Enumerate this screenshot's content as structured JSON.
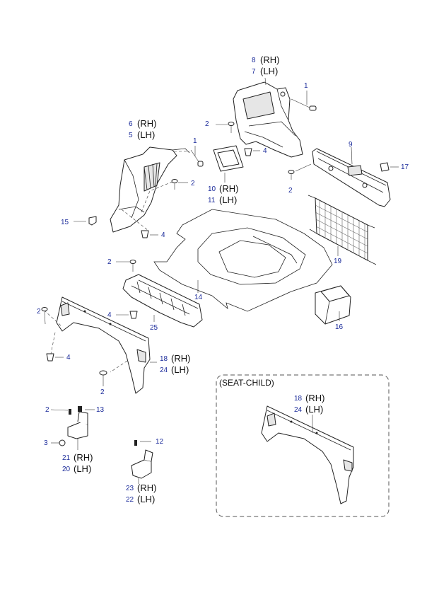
{
  "inset_title": "(SEAT-CHILD)",
  "callouts": [
    {
      "id": "c8",
      "num": "8",
      "side": "(RH)"
    },
    {
      "id": "c7",
      "num": "7",
      "side": "(LH)"
    },
    {
      "id": "c1a",
      "num": "1",
      "side": ""
    },
    {
      "id": "c6",
      "num": "6",
      "side": "(RH)"
    },
    {
      "id": "c5",
      "num": "5",
      "side": "(LH)"
    },
    {
      "id": "c2a",
      "num": "2",
      "side": ""
    },
    {
      "id": "c4a",
      "num": "4",
      "side": ""
    },
    {
      "id": "c1b",
      "num": "1",
      "side": ""
    },
    {
      "id": "c9",
      "num": "9",
      "side": ""
    },
    {
      "id": "c17",
      "num": "17",
      "side": ""
    },
    {
      "id": "c2b",
      "num": "2",
      "side": ""
    },
    {
      "id": "c2c",
      "num": "2",
      "side": ""
    },
    {
      "id": "c10",
      "num": "10",
      "side": "(RH)"
    },
    {
      "id": "c11",
      "num": "11",
      "side": "(LH)"
    },
    {
      "id": "c15",
      "num": "15",
      "side": ""
    },
    {
      "id": "c4b",
      "num": "4",
      "side": ""
    },
    {
      "id": "c19",
      "num": "19",
      "side": ""
    },
    {
      "id": "c2d",
      "num": "2",
      "side": ""
    },
    {
      "id": "c14",
      "num": "14",
      "side": ""
    },
    {
      "id": "c2e",
      "num": "2",
      "side": ""
    },
    {
      "id": "c4c",
      "num": "4",
      "side": ""
    },
    {
      "id": "c25",
      "num": "25",
      "side": ""
    },
    {
      "id": "c16",
      "num": "16",
      "side": ""
    },
    {
      "id": "c4d",
      "num": "4",
      "side": ""
    },
    {
      "id": "c18",
      "num": "18",
      "side": "(RH)"
    },
    {
      "id": "c24",
      "num": "24",
      "side": "(LH)"
    },
    {
      "id": "c2f",
      "num": "2",
      "side": ""
    },
    {
      "id": "c2g",
      "num": "2",
      "side": ""
    },
    {
      "id": "c13",
      "num": "13",
      "side": ""
    },
    {
      "id": "c3",
      "num": "3",
      "side": ""
    },
    {
      "id": "c21",
      "num": "21",
      "side": "(RH)"
    },
    {
      "id": "c20",
      "num": "20",
      "side": "(LH)"
    },
    {
      "id": "c12",
      "num": "12",
      "side": ""
    },
    {
      "id": "c23",
      "num": "23",
      "side": "(RH)"
    },
    {
      "id": "c22",
      "num": "22",
      "side": "(LH)"
    },
    {
      "id": "c18i",
      "num": "18",
      "side": "(RH)"
    },
    {
      "id": "c24i",
      "num": "24",
      "side": "(LH)"
    }
  ]
}
